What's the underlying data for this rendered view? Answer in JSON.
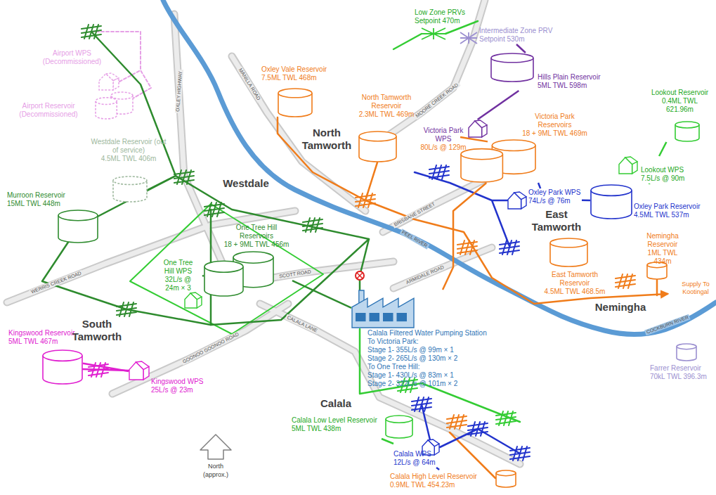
{
  "diagram": {
    "nodes": [
      {
        "text": [
          "Airport WPS (Decommissioned)"
        ]
      },
      {
        "text": [
          "Airport Reservoir (Decommissioned)"
        ]
      },
      {
        "text": [
          "Westdale Reservoir (out of service)",
          "4.5ML TWL 406m"
        ]
      },
      {
        "text": [
          "Murroon Reservoir",
          "15ML TWL 448m"
        ]
      },
      {
        "text": [
          "Oxley Vale Reservoir",
          "7.5ML TWL 468m"
        ]
      },
      {
        "text": [
          "North Tamworth Reservoir",
          "2.3ML TWL 469m"
        ]
      },
      {
        "text": [
          "Low Zone PRVs",
          "Setpoint 470m"
        ]
      },
      {
        "text": [
          "Intermediate Zone PRV",
          "Setpoint 530m"
        ]
      },
      {
        "text": [
          "Hills Plain Reservoir",
          "5ML TWL 598m"
        ]
      },
      {
        "text": [
          "Victoria Park WPS",
          "80L/s @ 129m"
        ]
      },
      {
        "text": [
          "Victoria Park Reservoirs",
          "18 + 9ML TWL 469m"
        ]
      },
      {
        "text": [
          "Oxley Park WPS",
          "74L/s @ 76m"
        ]
      },
      {
        "text": [
          "Oxley Park Reservoir",
          "4.5ML TWL 537m"
        ]
      },
      {
        "text": [
          "Lookout WPS",
          "7.5L/s @ 90m"
        ]
      },
      {
        "text": [
          "Lookout Reservoir",
          "0.4ML TWL 621.96m"
        ]
      },
      {
        "text": [
          "One Tree Hill Reservoirs",
          "18 + 9ML TWL 456m"
        ]
      },
      {
        "text": [
          "One Tree Hill WPS",
          "32L/s @ 24m × 3"
        ]
      },
      {
        "text": [
          "East Tamworth Reservoir",
          "4.5ML TWL 468.5m"
        ]
      },
      {
        "text": [
          "Nemingha Reservoir",
          "1ML TWL 434m"
        ]
      },
      {
        "text": [
          "Farrer Reservoir",
          "70kL TWL 396.3m"
        ]
      },
      {
        "text": [
          "Calala Filtered Water Pumping Station",
          "To Victoria Park:",
          "Stage 1- 355L/s @ 99m × 1",
          "Stage 2- 265L/s @ 130m × 2",
          "To One Tree Hill:",
          "Stage 1- 430L/s @ 83m × 1",
          "Stage 2- 322L/s @ 101m × 2"
        ]
      },
      {
        "text": [
          "Kingswood Reservoir",
          "5ML TWL 467m"
        ]
      },
      {
        "text": [
          "Kingswood WPS",
          "25L/s @ 23m"
        ]
      },
      {
        "text": [
          "Calala Low Level Reservoir",
          "5ML TWL 438m"
        ]
      },
      {
        "text": [
          "Calala WPS",
          "12L/s @ 64m"
        ]
      },
      {
        "text": [
          "Calala High Level Reservoir",
          "0.9ML TWL 454.23m"
        ]
      }
    ],
    "edges": [
      {
        "from": 9,
        "to": 8,
        "arrow": "none"
      },
      {
        "from": 8,
        "to": 7,
        "arrow": "none"
      },
      {
        "from": 10,
        "to": 9,
        "arrow": "none"
      },
      {
        "from": 10,
        "to": 11,
        "arrow": "none"
      },
      {
        "from": 11,
        "to": 12,
        "arrow": "none"
      },
      {
        "from": 12,
        "to": 13,
        "arrow": "none"
      },
      {
        "from": 13,
        "to": 14,
        "arrow": "none"
      },
      {
        "from": 16,
        "to": 15,
        "arrow": "none"
      },
      {
        "from": 20,
        "to": 10,
        "arrow": "none"
      },
      {
        "from": 20,
        "to": 15,
        "arrow": "none"
      },
      {
        "from": 22,
        "to": 21,
        "arrow": "none"
      },
      {
        "from": 23,
        "to": 24,
        "arrow": "none"
      },
      {
        "from": 24,
        "to": 25,
        "arrow": "none"
      }
    ],
    "labels": [
      "North Tamworth",
      "Westdale",
      "East Tamworth",
      "South Tamworth",
      "Calala",
      "Nemingha",
      "OXLEY HIGHWAY",
      "MANILLA ROAD",
      "MOORE CREEK ROAD",
      "BRISBANE STREET",
      "PEEL RIVER",
      "ARMIDALE ROAD",
      "SCOTT ROAD",
      "WERRIS CREEK ROAD",
      "GOONOO GOONOO ROAD",
      "CALALA LANE",
      "COCKBURN RIVER",
      "Supply To Kootingal",
      "North",
      "(approx.)"
    ]
  }
}
